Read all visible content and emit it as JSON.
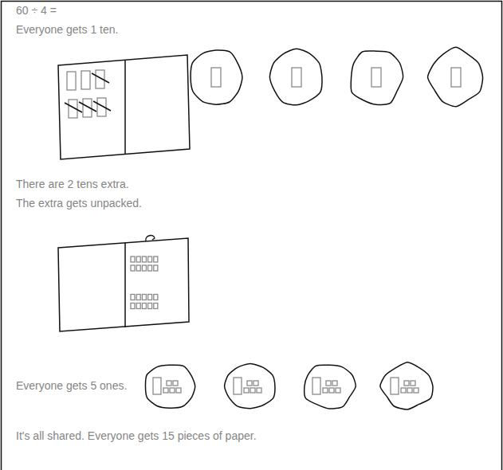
{
  "diagram": {
    "labels": [
      "60 ÷ 4 =",
      "Everyone gets 1 ten.",
      "There are 2 tens extra.",
      "The extra gets unpacked.",
      "Everyone gets 5 ones.",
      "It's all shared. Everyone gets 15 pieces of paper."
    ]
  }
}
